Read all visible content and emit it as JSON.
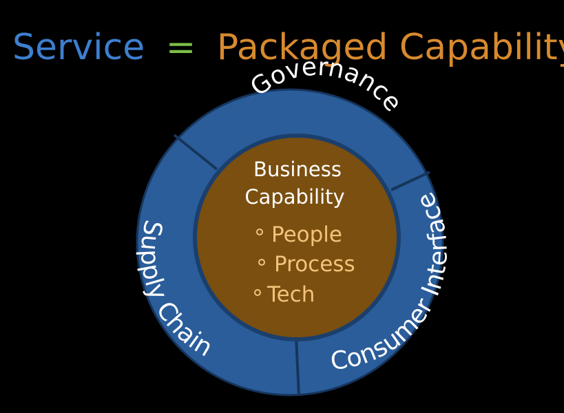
{
  "title": {
    "left": "Service",
    "equals": "=",
    "right": "Packaged Capability",
    "colors": {
      "left": "#3d7fd0",
      "equals": "#7cc04a",
      "right": "#d88a2e"
    }
  },
  "diagram": {
    "outer_ring": {
      "color": "#2a5d9a",
      "segments": [
        {
          "label": "Governance"
        },
        {
          "label": "Consumer Interface"
        },
        {
          "label": "Supply Chain"
        }
      ]
    },
    "core": {
      "color": "#7a4f10",
      "title_line1": "Business",
      "title_line2": "Capability",
      "item_color": "#f3c37a",
      "items": [
        "People",
        "Process",
        "Tech"
      ]
    }
  }
}
